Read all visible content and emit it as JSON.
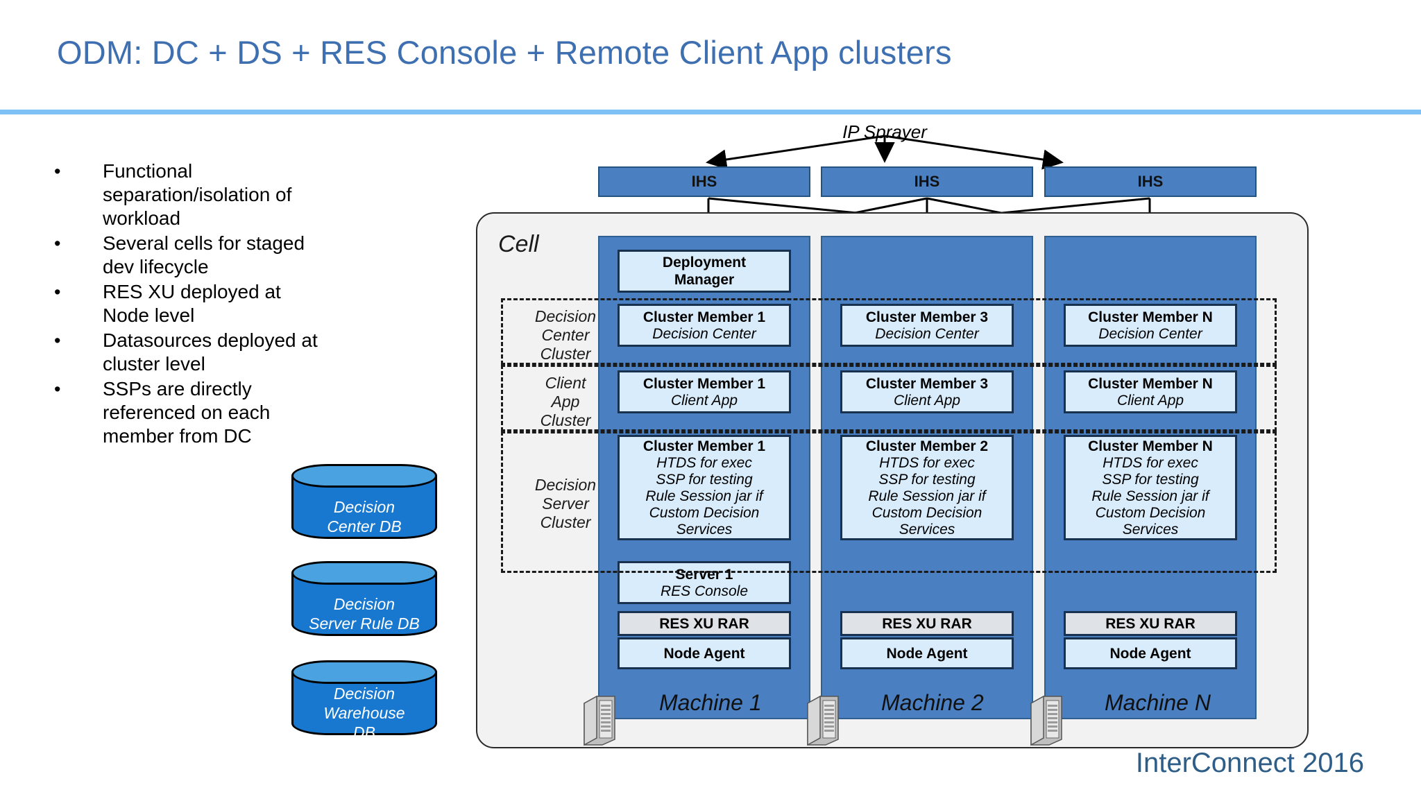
{
  "slide": {
    "title": "ODM: DC + DS + RES Console + Remote Client App clusters",
    "footer": "InterConnect 2016",
    "accent_color": "#3e6fb0",
    "rule_color": "#7fc0f5"
  },
  "bullets": [
    {
      "marker": "•",
      "text": "Functional separation/isolation of workload"
    },
    {
      "marker": "•",
      "text": "Several cells for staged dev lifecycle"
    },
    {
      "marker": "•",
      "text": "RES XU deployed at Node level"
    },
    {
      "marker": "•",
      "text": "Datasources deployed at cluster level"
    },
    {
      "marker": "•",
      "text": "SSPs are directly referenced  on each member from DC"
    }
  ],
  "databases": [
    {
      "name": "db-decision-center",
      "line1": "Decision",
      "line2": "Center DB",
      "line3": ""
    },
    {
      "name": "db-decision-server-rule",
      "line1": "Decision",
      "line2": "Server Rule DB",
      "line3": ""
    },
    {
      "name": "db-decision-warehouse",
      "line1": "Decision",
      "line2": "Warehouse",
      "line3": "DB"
    }
  ],
  "diagram": {
    "ip_sprayer_label": "IP Sprayer",
    "cell_label": "Cell",
    "ihs": [
      {
        "label": "IHS"
      },
      {
        "label": "IHS"
      },
      {
        "label": "IHS"
      }
    ],
    "group_labels": {
      "decision_center": "Decision\nCenter\nCluster",
      "decision_center_l1": "Decision",
      "decision_center_l2": "Center",
      "decision_center_l3": "Cluster",
      "client_app_l1": "Client",
      "client_app_l2": "App",
      "client_app_l3": "Cluster",
      "decision_server_l1": "Decision",
      "decision_server_l2": "Server",
      "decision_server_l3": "Cluster"
    },
    "machines": [
      {
        "label": "Machine 1",
        "deployment_manager": {
          "line1": "Deployment",
          "line2": "Manager"
        },
        "dc_member": {
          "title": "Cluster Member 1",
          "subtitle": "Decision Center"
        },
        "app_member": {
          "title": "Cluster Member 1",
          "subtitle": "Client App"
        },
        "ds_member": {
          "title": "Cluster Member 1",
          "lines": [
            "HTDS for exec",
            "SSP  for testing",
            "Rule Session jar if",
            "Custom Decision",
            "Services"
          ]
        },
        "res_server": {
          "title": "Server 1",
          "subtitle": "RES Console"
        },
        "res_xu_rar": "RES XU RAR",
        "node_agent": "Node Agent"
      },
      {
        "label": "Machine 2",
        "dc_member": {
          "title": "Cluster Member 3",
          "subtitle": "Decision Center"
        },
        "app_member": {
          "title": "Cluster Member 3",
          "subtitle": "Client App"
        },
        "ds_member": {
          "title": "Cluster Member 2",
          "lines": [
            "HTDS for exec",
            "SSP  for testing",
            "Rule Session jar if",
            "Custom Decision",
            "Services"
          ]
        },
        "res_xu_rar": "RES XU RAR",
        "node_agent": "Node Agent"
      },
      {
        "label": "Machine N",
        "dc_member": {
          "title": "Cluster Member N",
          "subtitle": "Decision Center"
        },
        "app_member": {
          "title": "Cluster Member N",
          "subtitle": "Client App"
        },
        "ds_member": {
          "title": "Cluster Member N",
          "lines": [
            "HTDS for exec",
            "SSP  for testing",
            "Rule Session jar if",
            "Custom Decision",
            "Services"
          ]
        },
        "res_xu_rar": "RES XU RAR",
        "node_agent": "Node Agent"
      }
    ]
  },
  "colors": {
    "machine_blue": "#4a7fc1",
    "node_light": "#d9ecfb",
    "node_grey": "#dfe2e6",
    "cylinder_body": "#1878cf",
    "cylinder_top": "#4aa3e0",
    "cell_bg": "#f2f2f2"
  }
}
